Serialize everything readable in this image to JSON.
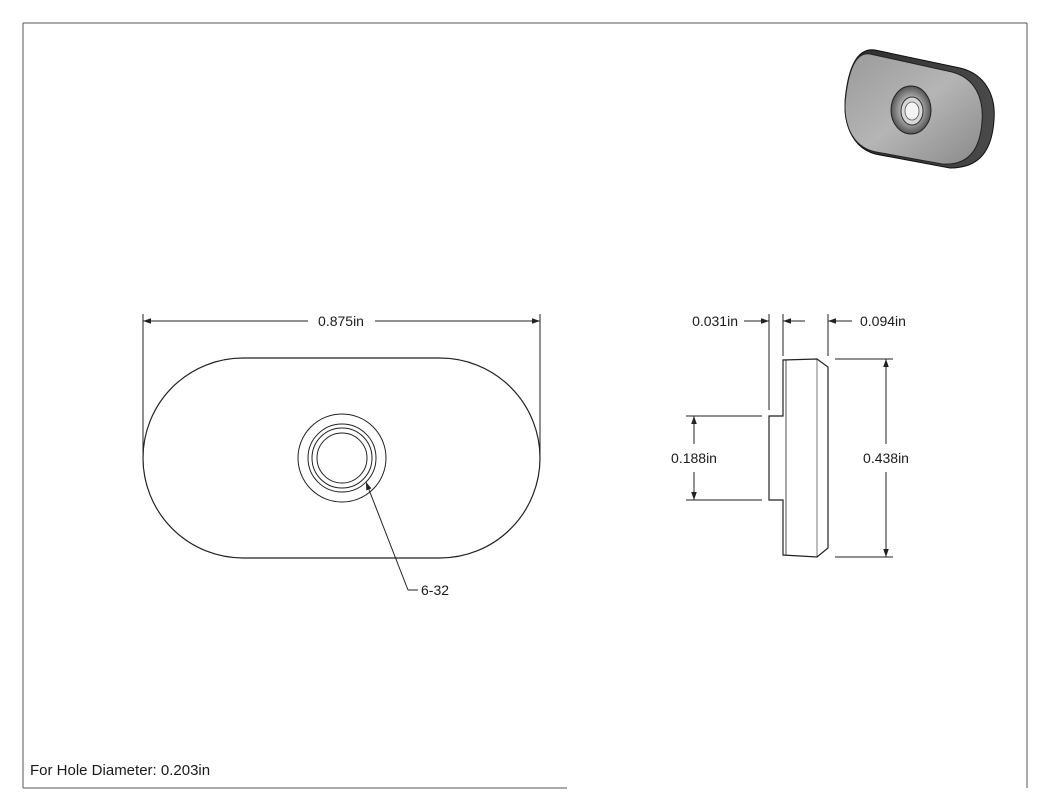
{
  "dimensions": {
    "overall_width": "0.875in",
    "flange_thickness": "0.031in",
    "plate_thickness": "0.094in",
    "boss_height": "0.188in",
    "overall_height": "0.438in"
  },
  "callouts": {
    "thread": "6-32"
  },
  "notes": {
    "hole_diameter": "For Hole Diameter: 0.203in"
  },
  "colors": {
    "line": "#222222",
    "frame": "#555555",
    "part_shade_light": "#c8c8c8",
    "part_shade_dark": "#3a3a3a"
  }
}
